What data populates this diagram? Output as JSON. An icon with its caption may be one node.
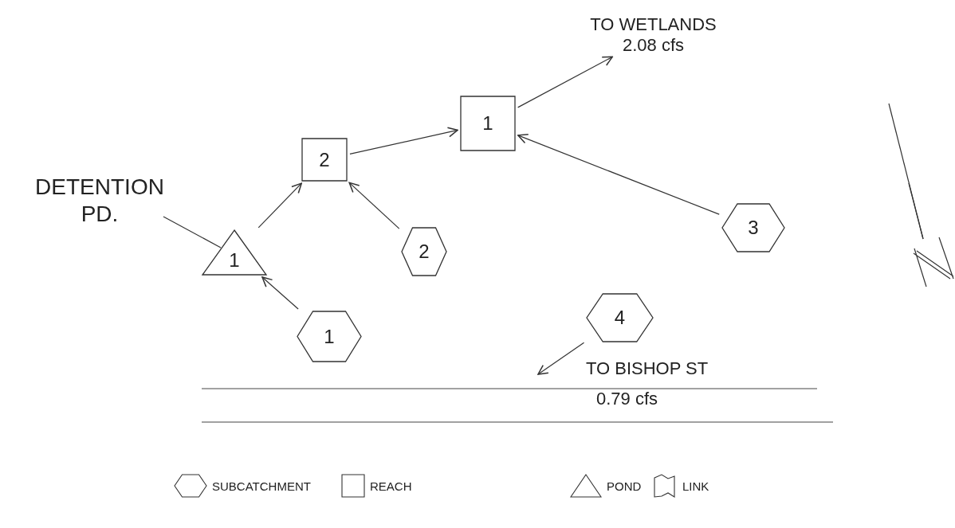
{
  "diagram": {
    "nodes": [
      {
        "text": [
          "1"
        ]
      },
      {
        "text": [
          "2"
        ]
      },
      {
        "text": [
          "1"
        ]
      },
      {
        "text": [
          "2"
        ]
      },
      {
        "text": [
          "3"
        ]
      },
      {
        "text": [
          "1"
        ]
      },
      {
        "text": [
          "4"
        ]
      },
      {
        "text": [
          "TO WETLANDS",
          "2.08 cfs"
        ]
      },
      {
        "text": [
          "DETENTION PD."
        ]
      }
    ],
    "edges": [
      {
        "from": 0,
        "to": 7,
        "arrow": "to"
      },
      {
        "from": 1,
        "to": 0,
        "arrow": "to"
      },
      {
        "from": 4,
        "to": 0,
        "arrow": "to"
      },
      {
        "from": 2,
        "to": 1,
        "arrow": "to"
      },
      {
        "from": 3,
        "to": 1,
        "arrow": "to"
      },
      {
        "from": 5,
        "to": 2,
        "arrow": "to"
      },
      {
        "from": 6,
        "to": null,
        "arrow": "to"
      },
      {
        "from": 8,
        "to": 2,
        "arrow": "none"
      }
    ],
    "labels": [
      "TO BISHOP ST",
      "0.79 cfs"
    ],
    "legend": [
      {
        "text": "SUBCATCHMENT"
      },
      {
        "text": "REACH"
      },
      {
        "text": "POND"
      },
      {
        "text": "LINK"
      }
    ]
  }
}
